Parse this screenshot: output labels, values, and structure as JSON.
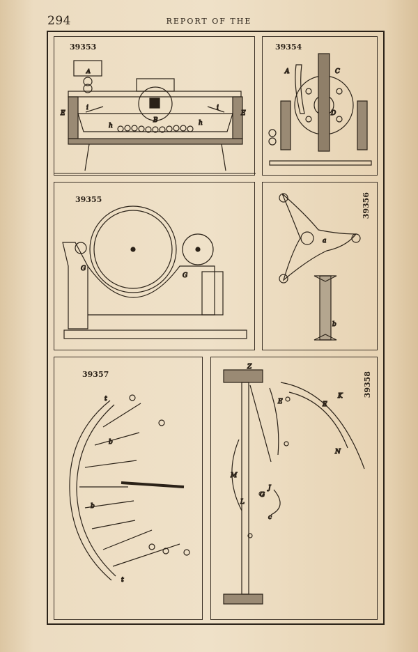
{
  "header": {
    "page_number": "294",
    "running_title": "REPORT OF THE"
  },
  "figures": [
    {
      "number": "39353",
      "labels": [
        "A",
        "E",
        "E",
        "i",
        "i",
        "h",
        "h",
        "B"
      ]
    },
    {
      "number": "39354",
      "labels": [
        "A",
        "C",
        "D"
      ]
    },
    {
      "number": "39355",
      "labels": [
        "G",
        "G"
      ]
    },
    {
      "number": "39356",
      "labels": [
        "a",
        "b"
      ]
    },
    {
      "number": "39357",
      "labels": [
        "t",
        "b",
        "b",
        "t"
      ]
    },
    {
      "number": "39358",
      "labels": [
        "Z",
        "K",
        "E",
        "E",
        "N",
        "M",
        "L",
        "J",
        "G",
        "c"
      ]
    }
  ]
}
